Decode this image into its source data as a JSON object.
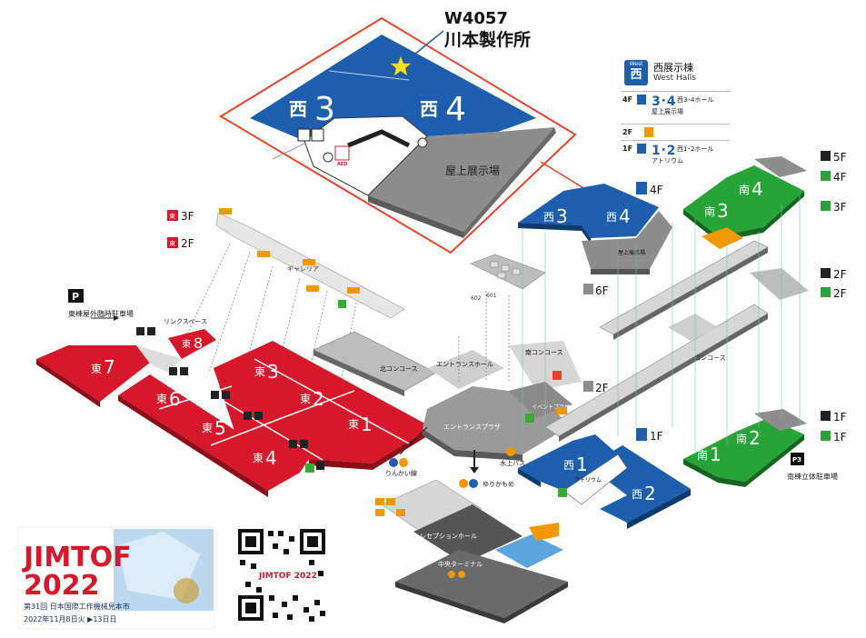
{
  "booth": {
    "number": "W4057",
    "company": "川本製作所"
  },
  "legend": {
    "badge_small": "West",
    "badge_big": "西",
    "title": "西展示棟",
    "subtitle": "West Halls",
    "rows": [
      {
        "floor": "4F",
        "halls": "3･4",
        "desc": "西3･4ホール",
        "desc2": "屋上展示場"
      },
      {
        "floor": "2F",
        "halls": "",
        "desc": "",
        "desc2": ""
      },
      {
        "floor": "1F",
        "halls": "1･2",
        "desc": "西1･2ホール",
        "desc2": "アトリウム"
      }
    ]
  },
  "inset": {
    "hall3_prefix": "西",
    "hall3_num": "3",
    "hall4_prefix": "西",
    "hall4_num": "4",
    "rooftop": "屋上展示場",
    "aed": "AED"
  },
  "west_upper": {
    "hall3_prefix": "西",
    "hall3_num": "3",
    "hall4_prefix": "西",
    "hall4_num": "4",
    "rooftop": "屋上展示場",
    "badge": "4F"
  },
  "west_lower": {
    "hall1_prefix": "西",
    "hall1_num": "1",
    "hall2_prefix": "西",
    "hall2_num": "2",
    "atrium": "アトリウム",
    "badge": "1F"
  },
  "east": {
    "parking_label": "東棟屋外臨時駐車場",
    "link_space": "リンクスペース",
    "halls": [
      {
        "prefix": "東",
        "num": "7"
      },
      {
        "prefix": "東",
        "num": "8"
      },
      {
        "prefix": "東",
        "num": "6"
      },
      {
        "prefix": "東",
        "num": "5"
      },
      {
        "prefix": "東",
        "num": "3"
      },
      {
        "prefix": "東",
        "num": "2"
      },
      {
        "prefix": "東",
        "num": "4"
      },
      {
        "prefix": "東",
        "num": "1"
      }
    ],
    "floor3": "3F",
    "floor2": "2F",
    "gallery": "ギャレリア"
  },
  "south": {
    "halls": [
      {
        "prefix": "南",
        "num": "3"
      },
      {
        "prefix": "南",
        "num": "4"
      },
      {
        "prefix": "南",
        "num": "1"
      },
      {
        "prefix": "南",
        "num": "2"
      }
    ],
    "parking_label": "南棟立体駐車場",
    "p_badge": "P3",
    "floors": [
      "5F",
      "4F",
      "3F",
      "2F",
      "2F",
      "1F",
      "1F"
    ],
    "concourse": "コンコース"
  },
  "center": {
    "north_concourse": "北コンコース",
    "south_concourse": "南コンコース",
    "entrance_hall": "エントランスホール",
    "entrance_plaza": "エントランスプラザ",
    "event_plaza": "イベントプラザ",
    "floor6": "6F",
    "floor2": "2F",
    "rooms": [
      "602",
      "601"
    ],
    "rinkai": "りんかい線",
    "yurikamome": "ゆりかもめ",
    "water_bus": "水上バス",
    "reception_hall": "レセプションホール",
    "central_terminal": "中央ターミナル"
  },
  "logo": {
    "line1": "JIMTOF",
    "line2": "2022",
    "subtitle": "第31回 日本国際工作機械見本市",
    "dates": "2022年11月8日火 ▶13日日"
  },
  "qr": {
    "label": "JIMTOF 2022"
  },
  "colors": {
    "west": "#1d5fae",
    "east": "#d7182a",
    "south": "#27a437",
    "gray": "#8d8d8d",
    "dark": "#555555",
    "orange": "#f39800",
    "highlight": "#e8442a",
    "star": "#ffe21a"
  }
}
